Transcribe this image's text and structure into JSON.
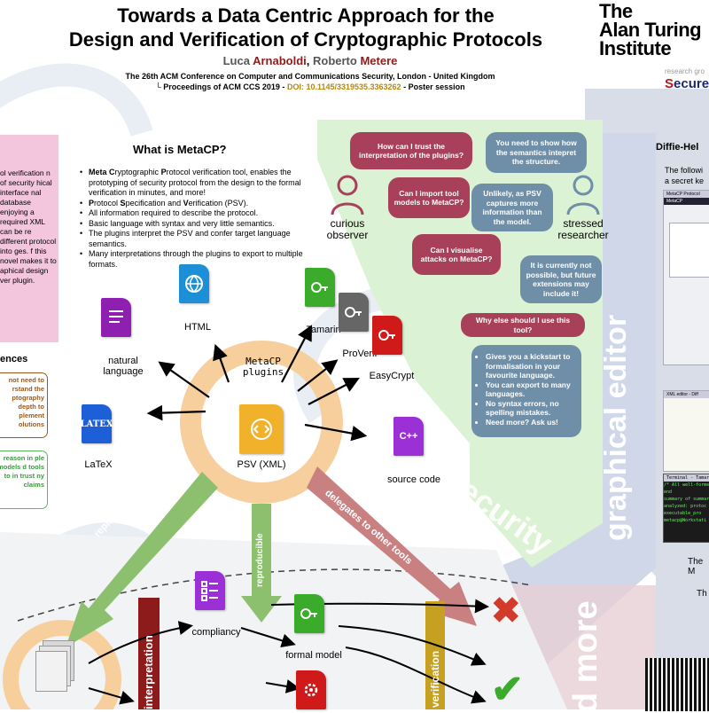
{
  "poster": {
    "title_line1": "Towards a Data Centric Approach for the",
    "title_line2": "Design and Verification of Cryptographic Protocols",
    "author1_first": "Luca",
    "author1_last": "Arnaboldi",
    "author_sep": ",",
    "author2_first": "Roberto",
    "author2_last": "Metere",
    "conference": "The 26th ACM Conference on Computer and Communications Security, London - United Kingdom",
    "proceedings_prefix": "└ Proceedings of ACM CCS 2019 -",
    "doi": "DOI: 10.1145/3319535.3363262",
    "proceedings_suffix": "- Poster session"
  },
  "logo": {
    "line1": "The",
    "line2": "Alan Turing",
    "line3": "Institute",
    "research_group": "research gro",
    "secure_s": "S",
    "secure_rest": "ecure"
  },
  "left_panel": {
    "intro_text": "ol verification n of security hical interface nal database enjoying a required XML can be re different protocol into ges. f this novel makes it to aphical design ver plugin.",
    "section_heading": "ences",
    "brown_box_text": "not need to rstand the ptography depth to plement olutions",
    "green_box_text": "reason in ple models d tools to in trust ny claims"
  },
  "what_is": {
    "heading": "What is MetaCP?",
    "b1_meta": "Meta",
    "b1_c": "C",
    "b1_mid": "ryptographic",
    "b1_p": "P",
    "b1_rest": "rotocol verification tool, enables the prototyping of security protocol from the design to the formal verification in minutes, and more!",
    "b2_p": "P",
    "b2_a": "rotocol",
    "b2_s": "S",
    "b2_b": "pecification and",
    "b2_v": "V",
    "b2_c": "erification (PSV).",
    "b3": "All information required to describe the protocol.",
    "b4": "Basic language with syntax and very little semantics.",
    "b5": "The plugins interpret the PSV and confer target language semantics.",
    "b6": "Many interpretations through the plugins to export to multiple formats."
  },
  "bubbles": {
    "q1": "How can I trust the interpretation of the plugins?",
    "a1": "You need to show how the semantics intepret the structure.",
    "q2": "Can I import tool models to MetaCP?",
    "a2": "Unlikely, as PSV captures more information than the model.",
    "q3": "Can I visualise attacks on MetaCP?",
    "a3": "It is currently not possible, but future extensions may include it!",
    "q4": "Why else should I use this tool?",
    "a4_items": [
      "Gives you a kickstart to formalisation in your favourite language.",
      "You can export to many languages.",
      "No syntax errors, no spelling mistakes.",
      "Need more? Ask us!"
    ]
  },
  "people": {
    "observer_line1": "curious",
    "observer_line2": "observer",
    "researcher_line1": "stressed",
    "researcher_line2": "researcher"
  },
  "plugins": {
    "ring_line1": "MetaCP",
    "ring_line2": "plugins",
    "center": "PSV (XML)",
    "html": "HTML",
    "natural_language_l1": "natural",
    "natural_language_l2": "language",
    "latex": "LaTeX",
    "latex_glyph": "LATEX",
    "tamarin": "Tamarin",
    "proverif": "ProVerif",
    "easycrypt": "EasyCrypt",
    "source_code": "source code",
    "cpp_glyph": "C++"
  },
  "flow": {
    "replaces_specification": "replaces specification",
    "reproducible": "reproducible",
    "delegates": "delegates to other tools",
    "interpretation": "interpretation",
    "verification": "verification",
    "compliancy": "compliancy",
    "formal_model": "formal model",
    "cross": "✖",
    "check": "✔"
  },
  "background_words": {
    "security": "security",
    "graphical_editor": "graphical editor",
    "and_more": "d more"
  },
  "right_panel": {
    "heading": "Diffie-Hel",
    "text_l1": "The followi",
    "text_l2": "a secret ke",
    "app_title": "MetaCP Protocol",
    "app_tab": "MetaCP",
    "xml_title": "XML editor - Diff",
    "term_title": "Terminal - Tamar",
    "term_l1": "/* All well-forme",
    "term_l2": "end",
    "term_l3": "summary of summar",
    "term_l4": "analyzed: protoc",
    "term_l5": "executable_pro",
    "term_l6": "metacp@Workstati",
    "bottom_l1": "The M",
    "bottom_l2": "Th"
  },
  "colors": {
    "maroon": "#a8405a",
    "steel_blue": "#6f8fa8",
    "ring": "#f6cf9d",
    "green_region": "#dcf2d4",
    "brown_interpretation": "#8e1b1b",
    "gold_verification": "#c6a020",
    "arrow_green": "#8cc06e",
    "arrow_red": "#c98080"
  }
}
